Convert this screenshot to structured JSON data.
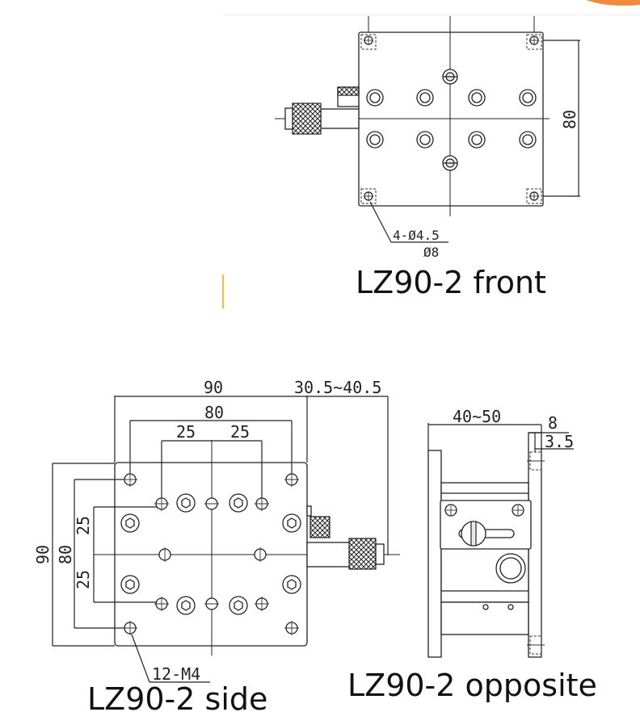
{
  "front": {
    "title": "LZ90-2 front",
    "height_dim": "80",
    "hole_callout": "4-Ø4.5",
    "counterbore_callout": "Ø8"
  },
  "side": {
    "title": "LZ90-2 side",
    "width_total": "90",
    "travel_range": "30.5~40.5",
    "hole_span": "80",
    "pitch_left": "25",
    "pitch_right": "25",
    "height_total": "90",
    "height_span": "80",
    "pitch_upper": "25",
    "pitch_lower": "25",
    "thread_callout": "12-M4"
  },
  "opposite": {
    "title": "LZ90-2 opposite",
    "width_range": "40~50",
    "offset_outer": "8",
    "offset_inner": "3.5"
  }
}
